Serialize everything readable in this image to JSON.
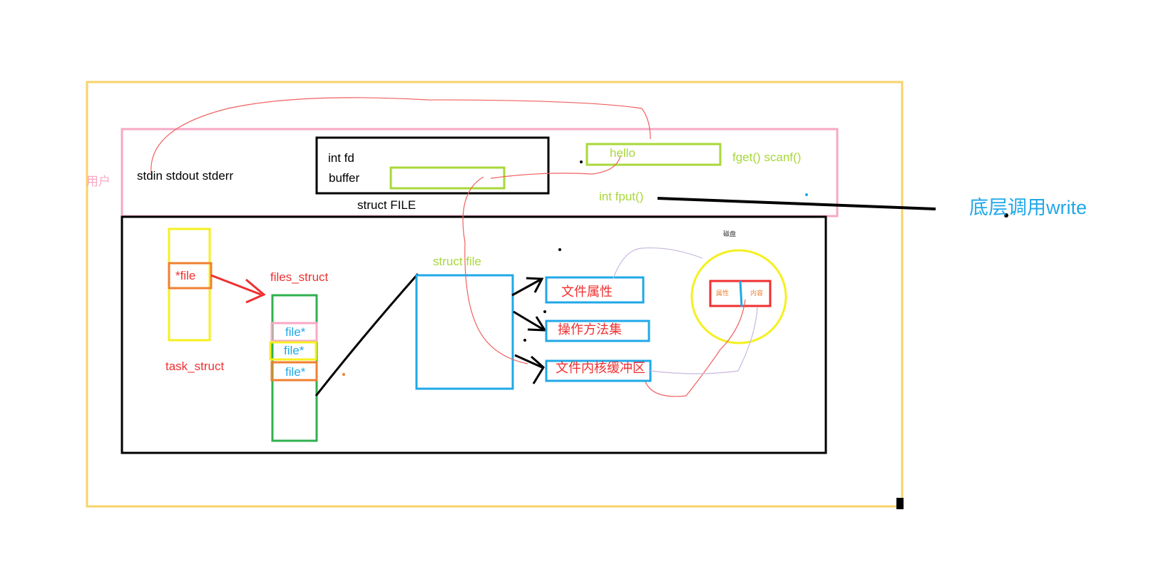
{
  "labels": {
    "user": "用户",
    "std_streams": "stdin stdout stderr",
    "int_fd": "int fd",
    "buffer": "buffer",
    "struct_file_upper": "struct FILE",
    "hello": "hello",
    "fget_scanf": "fget()  scanf()",
    "int_fput": "int fput()",
    "underlying_write": "底层调用write",
    "file_ptr": "*file",
    "task_struct": "task_struct",
    "files_struct": "files_struct",
    "file_entry_1": "file*",
    "file_entry_2": "file*",
    "file_entry_3": "file*",
    "struct_file_lower": "struct  file",
    "file_attributes": "文件属性",
    "operation_methods": "操作方法集",
    "kernel_buffer": "文件内核缓冲区",
    "disk": "磁盘",
    "disk_attributes": "属性",
    "disk_content": "内容"
  },
  "colors": {
    "outer_frame": "#f7d36a",
    "user_layer": "#f7a8c4",
    "pink_text": "#f7a8c4",
    "black": "#000000",
    "lime": "#a8d83a",
    "red": "#f03030",
    "orange": "#f08030",
    "yellow": "#f5f020",
    "green": "#30b050",
    "blue": "#20a8e8",
    "curve_red": "#f06060",
    "curve_purple": "#c8b8e0"
  }
}
